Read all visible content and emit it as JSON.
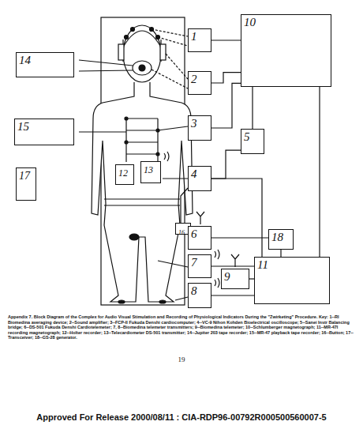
{
  "diagram": {
    "caption": "Appendix 7. Block Diagram of the Complex for Audio Visual Stimulation and Recording of Physiological Indicators During the \"Zwirketing\" Procedure. Key: 1--RI Biomedina averaging device; 2--Sound amplifier; 3--FCP-II Fukuda Denshi cardiocomputer; 4--VC-9 Nihon Kohden Bioelectrical oscilloscope; 5--Sanei Instr Balancing bridge; 6--DS-501 Fukuda Denshi Cardiotelemeter; 7, 8--Biomedina telemeter transmitters; 9--Biomedina telemeter; 10--Schlumberger magnetograph; 11--MR-47I recording magnetograph; 12--Holter recorder; 13--Telecardiometer DS-501 transmitter; 14--Jupiter 203 tape recorder; 15--MR-47 playback tape recorder; 16--Button; 17--Transceiver; 18--GS-28 generator.",
    "nodes": [
      {
        "text": [
          "14"
        ]
      },
      {
        "text": [
          "1"
        ]
      },
      {
        "text": [
          "10"
        ]
      },
      {
        "text": [
          "15"
        ]
      },
      {
        "text": [
          "2"
        ]
      },
      {
        "text": [
          "3"
        ]
      },
      {
        "text": [
          "17"
        ]
      },
      {
        "text": [
          "12"
        ]
      },
      {
        "text": [
          "13"
        ]
      },
      {
        "text": [
          "5"
        ]
      },
      {
        "text": [
          "4"
        ]
      },
      {
        "text": [
          "16"
        ]
      },
      {
        "text": [
          "6"
        ]
      },
      {
        "text": [
          "18"
        ]
      },
      {
        "text": [
          "11"
        ]
      },
      {
        "text": [
          "7"
        ]
      },
      {
        "text": [
          "9"
        ]
      },
      {
        "text": [
          "8"
        ]
      }
    ],
    "edges": [
      {
        "from": 1,
        "to": 2,
        "arrow": "none"
      },
      {
        "from": 4,
        "to": 2,
        "arrow": "none"
      },
      {
        "from": 5,
        "to": 2,
        "arrow": "none"
      },
      {
        "from": 9,
        "to": 2,
        "arrow": "none"
      },
      {
        "from": 10,
        "to": 9,
        "arrow": "none"
      },
      {
        "from": 10,
        "to": 14,
        "arrow": "none"
      },
      {
        "from": 12,
        "to": 13,
        "arrow": "none"
      },
      {
        "from": 13,
        "to": 14,
        "arrow": "none"
      },
      {
        "from": 15,
        "to": 14,
        "arrow": "none"
      },
      {
        "from": 16,
        "to": 14,
        "arrow": "none"
      },
      {
        "from": 17,
        "to": 14,
        "arrow": "none"
      },
      {
        "from": 14,
        "to": 2,
        "arrow": "none"
      }
    ],
    "labels": [
      "19",
      "Approved For Release 2000/08/11 : CIA-RDP96-00792R000500560007-5"
    ]
  }
}
